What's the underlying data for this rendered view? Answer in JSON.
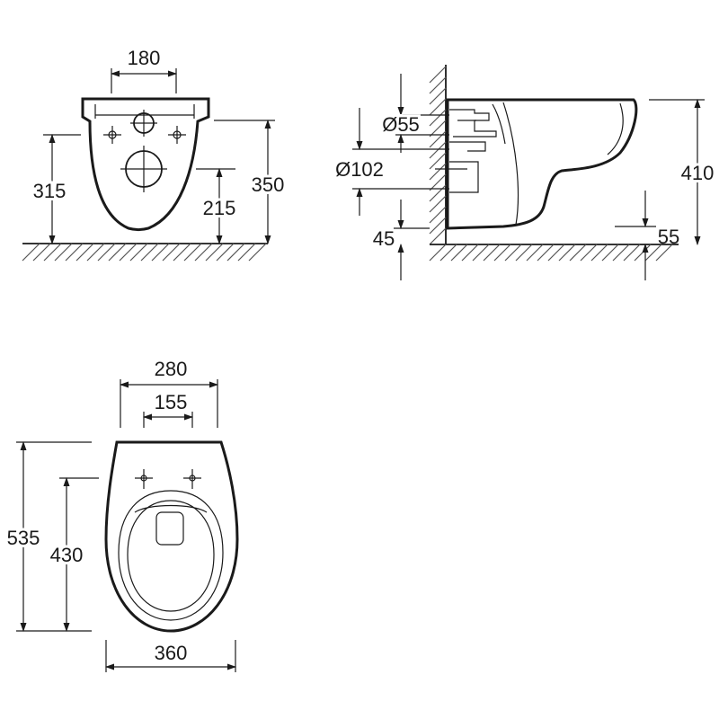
{
  "dimensions": {
    "front_view": {
      "top_width": "180",
      "fixing_height": "315",
      "outlet_height": "215",
      "total_height": "350"
    },
    "side_view": {
      "inlet_diameter": "Ø55",
      "outlet_diameter": "Ø102",
      "total_height": "410",
      "bottom_clearance": "45",
      "floor_offset": "55"
    },
    "top_view": {
      "width": "280",
      "hole_spacing": "155",
      "total_length": "535",
      "seat_length": "430",
      "bottom_width": "360"
    }
  }
}
